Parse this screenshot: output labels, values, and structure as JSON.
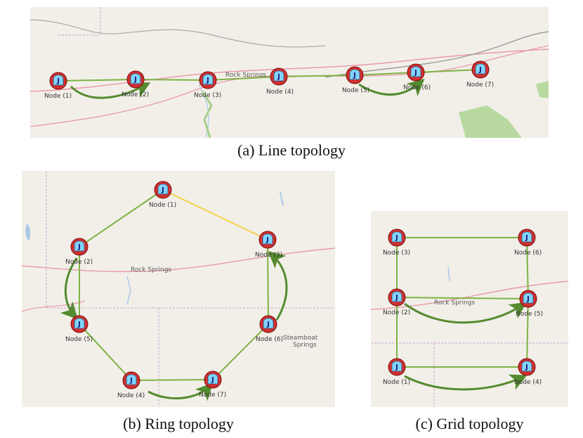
{
  "colors": {
    "map_bg": "#f2efe9",
    "link": "#7cb342",
    "link_alt": "#f5d24a",
    "arrow": "#558b2f",
    "road": "#e89aa8",
    "border": "#c9a3c9",
    "river": "#a8c8e8",
    "node_outer": "#d32f2f",
    "node_inner": "#81d4fa",
    "park": "#b7d9a0"
  },
  "node_glyph": "J",
  "panels": {
    "line": {
      "caption": "(a) Line topology",
      "map_label": "Rock Springs",
      "nodes": [
        {
          "label": "Node (1)"
        },
        {
          "label": "Node (2)"
        },
        {
          "label": "Node (3)"
        },
        {
          "label": "Node (4)"
        },
        {
          "label": "Node (5)"
        },
        {
          "label": "Node (6)"
        },
        {
          "label": "Node (7)"
        }
      ]
    },
    "ring": {
      "caption": "(b) Ring topology",
      "map_labels": [
        "Rock Springs",
        "Steamboat",
        "Springs"
      ],
      "nodes": [
        {
          "label": "Node (1)"
        },
        {
          "label": "Node (2)"
        },
        {
          "label": "Node (3)"
        },
        {
          "label": "Node (4)"
        },
        {
          "label": "Node (5)"
        },
        {
          "label": "Node (6)"
        },
        {
          "label": "Node (7)"
        }
      ]
    },
    "grid": {
      "caption": "(c) Grid topology",
      "map_label": "Rock Springs",
      "nodes": [
        {
          "label": "Node (1)"
        },
        {
          "label": "Node (2)"
        },
        {
          "label": "Node (3)"
        },
        {
          "label": "Node (4)"
        },
        {
          "label": "Node (5)"
        },
        {
          "label": "Node (6)"
        }
      ]
    }
  }
}
